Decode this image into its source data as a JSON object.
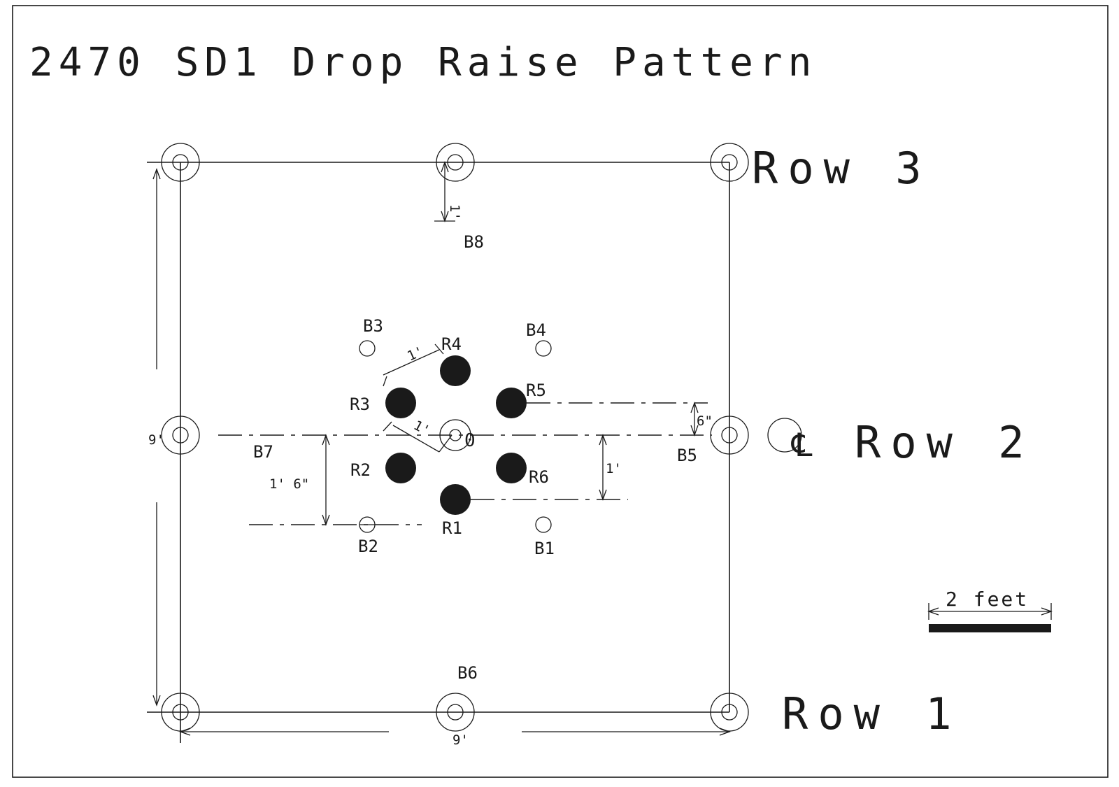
{
  "title": "2470 SD1 Drop Raise Pattern",
  "rows": {
    "row3": "Row 3",
    "row2": "Row 2",
    "row1": "Row 1"
  },
  "centerline_symbol": "℄",
  "holes": {
    "raise": [
      "R1",
      "R2",
      "R3",
      "R4",
      "R5",
      "R6"
    ],
    "center": "0",
    "buffer": [
      "B1",
      "B2",
      "B3",
      "B4",
      "B5",
      "B6",
      "B7",
      "B8"
    ]
  },
  "dimensions": {
    "width": "9'",
    "height": "9'",
    "b8_offset": "1'",
    "r_spacing_upper": "1'",
    "r_spacing_lower": "1'",
    "r5_offset": "6\"",
    "r1_offset": "1'",
    "b2_offset": "1' 6\""
  },
  "scale": {
    "label": "2 feet"
  }
}
